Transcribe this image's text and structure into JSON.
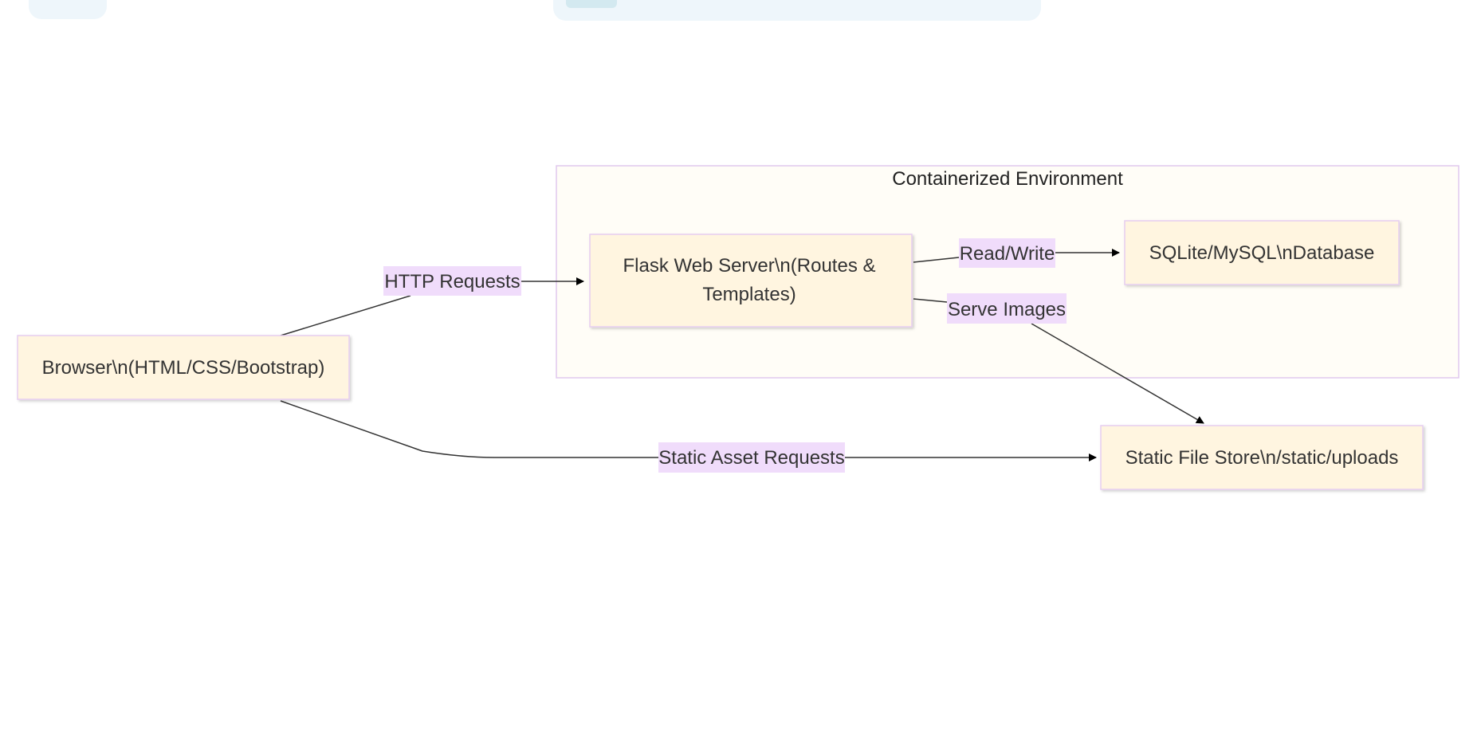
{
  "top_strip": {
    "pills": [
      "",
      ""
    ]
  },
  "colors": {
    "node_fill": "#fff5e0",
    "node_stroke": "#e6cdf0",
    "cluster_fill": "#fffdf7",
    "cluster_stroke": "#e0c8ee",
    "edge_label_bg": "#f0dcfb",
    "edge_stroke": "#333333",
    "top_pill_fill": "#eef6fb",
    "top_pill_accent": "#d3e9f0"
  },
  "diagram": {
    "cluster": {
      "label": "Containerized Environment"
    },
    "nodes": {
      "browser": {
        "label": "Browser\\n(HTML/CSS/Bootstrap)"
      },
      "flask": {
        "label_line1": "Flask Web Server\\n(Routes &",
        "label_line2": "Templates)"
      },
      "database": {
        "label": "SQLite/MySQL\\nDatabase"
      },
      "static_store": {
        "label": "Static File Store\\n/static/uploads"
      }
    },
    "edges": {
      "http_requests": {
        "label": "HTTP Requests"
      },
      "read_write": {
        "label": "Read/Write"
      },
      "serve_images": {
        "label": "Serve Images"
      },
      "static_asset_requests": {
        "label": "Static Asset Requests"
      }
    }
  }
}
